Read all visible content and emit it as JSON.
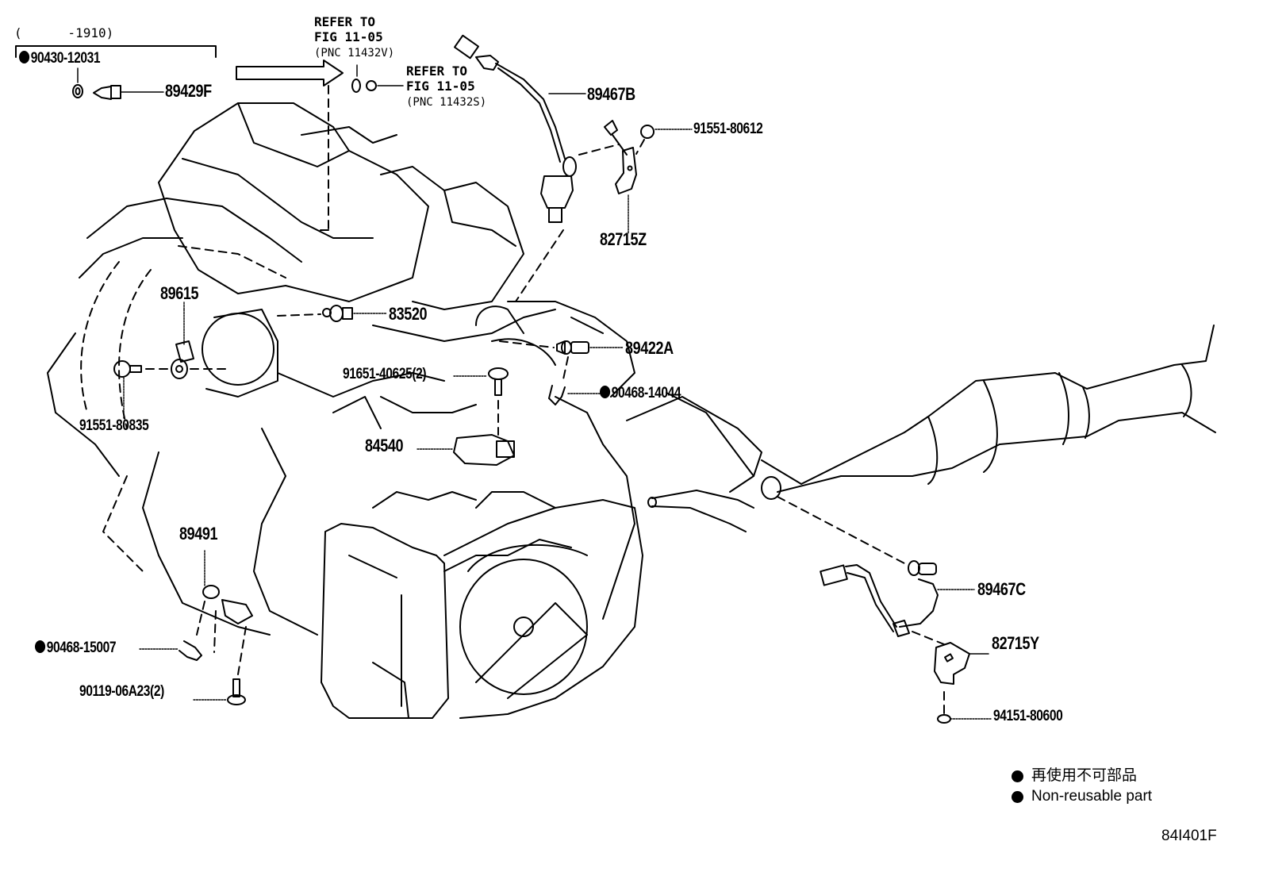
{
  "diagram": {
    "type": "exploded-parts-diagram",
    "figure_code": "84I401F",
    "date_range_note": "(      -1910)",
    "bracketed_part": "90430-12031",
    "references": [
      {
        "line1": "REFER TO",
        "line2": "FIG 11-05",
        "line3": "(PNC 11432V)"
      },
      {
        "line1": "REFER TO",
        "line2": "FIG 11-05",
        "line3": "(PNC 11432S)"
      }
    ],
    "parts": [
      {
        "id": "p-89429F",
        "number": "89429F",
        "non_reusable": false
      },
      {
        "id": "p-90430-12031",
        "number": "90430-12031",
        "non_reusable": true
      },
      {
        "id": "p-89467B",
        "number": "89467B",
        "non_reusable": false
      },
      {
        "id": "p-91551-80612",
        "number": "91551-80612",
        "non_reusable": false
      },
      {
        "id": "p-82715Z",
        "number": "82715Z",
        "non_reusable": false
      },
      {
        "id": "p-89615",
        "number": "89615",
        "non_reusable": false
      },
      {
        "id": "p-83520",
        "number": "83520",
        "non_reusable": false
      },
      {
        "id": "p-89422A",
        "number": "89422A",
        "non_reusable": false
      },
      {
        "id": "p-91651-40625",
        "number": "91651-40625(2)",
        "non_reusable": false
      },
      {
        "id": "p-90468-14044",
        "number": "90468-14044",
        "non_reusable": true
      },
      {
        "id": "p-91551-80835",
        "number": "91551-80835",
        "non_reusable": false
      },
      {
        "id": "p-84540",
        "number": "84540",
        "non_reusable": false
      },
      {
        "id": "p-89491",
        "number": "89491",
        "non_reusable": false
      },
      {
        "id": "p-90468-15007",
        "number": "90468-15007",
        "non_reusable": true
      },
      {
        "id": "p-90119-06A23",
        "number": "90119-06A23(2)",
        "non_reusable": false
      },
      {
        "id": "p-89467C",
        "number": "89467C",
        "non_reusable": false
      },
      {
        "id": "p-82715Y",
        "number": "82715Y",
        "non_reusable": false
      },
      {
        "id": "p-94151-80600",
        "number": "94151-80600",
        "non_reusable": false
      }
    ],
    "legend": {
      "japanese": "再使用不可部品",
      "english": "Non-reusable part"
    }
  }
}
